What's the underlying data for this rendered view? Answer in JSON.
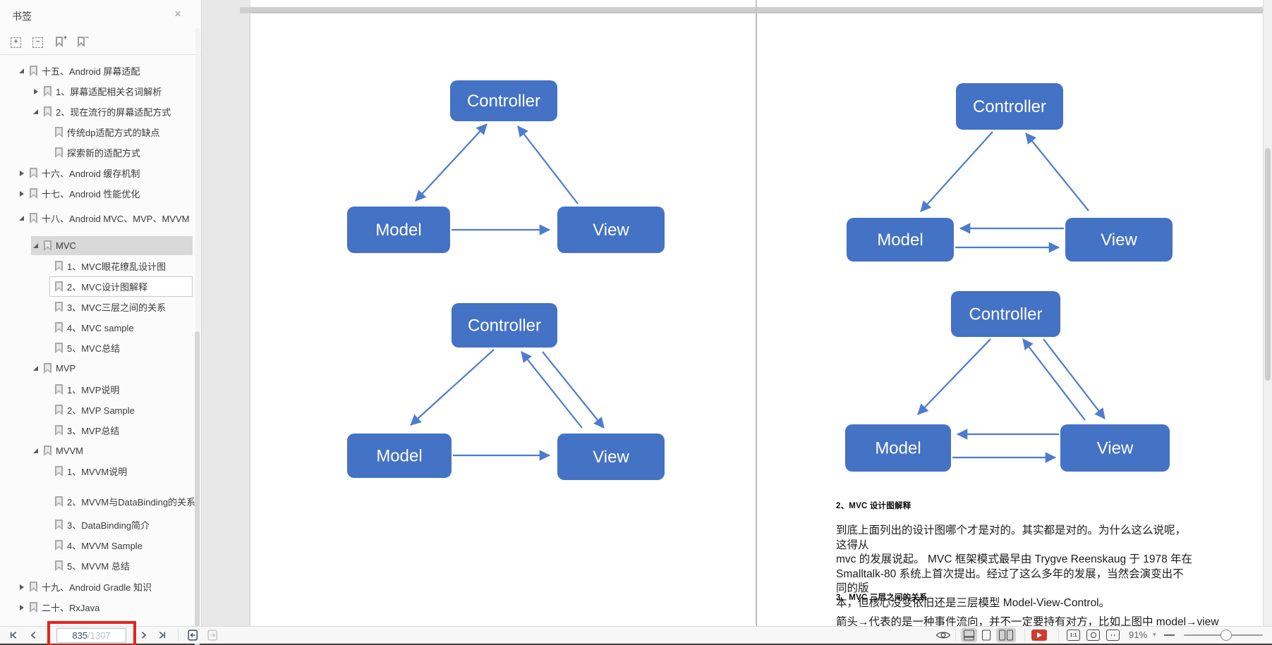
{
  "sidebar": {
    "title": "书签",
    "close_glyph": "×",
    "tools": [
      {
        "name": "expand-all",
        "glyph": "+"
      },
      {
        "name": "collapse-all",
        "glyph": "−"
      },
      {
        "name": "add-bookmark",
        "glyph": "+"
      },
      {
        "name": "remove-bookmark",
        "glyph": "−"
      }
    ],
    "items": [
      {
        "label": "十五、Android 屏幕适配",
        "level": 0,
        "arrow": "expanded"
      },
      {
        "label": "1、屏幕适配相关名词解析",
        "level": 1,
        "arrow": "collapsed"
      },
      {
        "label": "2、现在流行的屏幕适配方式",
        "level": 1,
        "arrow": "expanded"
      },
      {
        "label": "传统dp适配方式的缺点",
        "level": 2,
        "arrow": "none"
      },
      {
        "label": "探索新的适配方式",
        "level": 2,
        "arrow": "none"
      },
      {
        "label": "十六、Android 缓存机制",
        "level": 0,
        "arrow": "collapsed"
      },
      {
        "label": "十七、Android 性能优化",
        "level": 0,
        "arrow": "collapsed"
      },
      {
        "label": "十八、Android MVC、MVP、MVVM",
        "level": 0,
        "arrow": "expanded",
        "gap": 6
      },
      {
        "label": "MVC",
        "level": 1,
        "arrow": "expanded",
        "selected": true,
        "gap": 10
      },
      {
        "label": "1、MVC眼花缭乱设计图",
        "level": 2,
        "arrow": "none"
      },
      {
        "label": "2、MVC设计图解释",
        "level": 2,
        "arrow": "none",
        "focused": true
      },
      {
        "label": "3、MVC三层之间的关系",
        "level": 2,
        "arrow": "none"
      },
      {
        "label": "4、MVC sample",
        "level": 2,
        "arrow": "none"
      },
      {
        "label": "5、MVC总结",
        "level": 2,
        "arrow": "none"
      },
      {
        "label": "MVP",
        "level": 1,
        "arrow": "expanded"
      },
      {
        "label": "1、MVP说明",
        "level": 2,
        "arrow": "none",
        "gap": 1
      },
      {
        "label": "2、MVP Sample",
        "level": 2,
        "arrow": "none"
      },
      {
        "label": "3、MVP总结",
        "level": 2,
        "arrow": "none"
      },
      {
        "label": "MVVM",
        "level": 1,
        "arrow": "expanded"
      },
      {
        "label": "1、MVVM说明",
        "level": 2,
        "arrow": "none"
      },
      {
        "label": "2、MVVM与DataBinding的关系",
        "level": 2,
        "arrow": "none",
        "gap": 14
      },
      {
        "label": "3、DataBinding简介",
        "level": 2,
        "arrow": "none",
        "gap": 4
      },
      {
        "label": "4、MVVM Sample",
        "level": 2,
        "arrow": "none"
      },
      {
        "label": "5、MVVM 总结",
        "level": 2,
        "arrow": "none"
      },
      {
        "label": "十九、Android Gradle 知识",
        "level": 0,
        "arrow": "collapsed",
        "gap": 1
      },
      {
        "label": "二十、RxJava",
        "level": 0,
        "arrow": "collapsed"
      }
    ]
  },
  "document_text": {
    "heading_2": "2、MVC 设计图解释",
    "paragraph_lines": [
      "到底上面列出的设计图哪个才是对的。其实都是对的。为什么这么说呢，这得从",
      "mvc 的发展说起。 MVC 框架模式最早由 Trygve Reenskaug 于 1978 年在",
      "Smalltalk-80 系统上首次提出。经过了这么多年的发展，当然会演变出不同的版",
      "本，但核心没变依旧还是三层模型 Model-View-Control。"
    ],
    "heading_3": "3、MVC 三层之间的关系",
    "clipped_line": "箭头→代表的是一种事件流向，并不一定要持有对方，比如上图中 model→view"
  },
  "diagrams": [
    {
      "id": "left-page-top",
      "nodes": [
        "Controller",
        "Model",
        "View"
      ],
      "edges": [
        {
          "from": "Controller",
          "to": "Model",
          "direction": "both"
        },
        {
          "from": "View",
          "to": "Controller",
          "direction": "end"
        },
        {
          "from": "Model",
          "to": "View",
          "direction": "end"
        }
      ]
    },
    {
      "id": "left-page-bottom",
      "nodes": [
        "Controller",
        "Model",
        "View"
      ],
      "edges": [
        {
          "from": "Controller",
          "to": "Model",
          "direction": "end"
        },
        {
          "from": "View",
          "to": "Controller",
          "direction": "end"
        },
        {
          "from": "Controller",
          "to": "View",
          "direction": "end"
        },
        {
          "from": "Model",
          "to": "View",
          "direction": "end"
        }
      ]
    },
    {
      "id": "right-page-top",
      "nodes": [
        "Controller",
        "Model",
        "View"
      ],
      "edges": [
        {
          "from": "Controller",
          "to": "Model",
          "direction": "end"
        },
        {
          "from": "View",
          "to": "Controller",
          "direction": "end"
        },
        {
          "from": "View",
          "to": "Model",
          "direction": "end"
        },
        {
          "from": "Model",
          "to": "View",
          "direction": "end"
        }
      ]
    },
    {
      "id": "right-page-bottom",
      "nodes": [
        "Controller",
        "Model",
        "View"
      ],
      "edges": [
        {
          "from": "Controller",
          "to": "Model",
          "direction": "end"
        },
        {
          "from": "View",
          "to": "Controller",
          "direction": "end"
        },
        {
          "from": "Controller",
          "to": "View",
          "direction": "end"
        },
        {
          "from": "View",
          "to": "Model",
          "direction": "end"
        },
        {
          "from": "Model",
          "to": "View",
          "direction": "end"
        }
      ]
    }
  ],
  "toolbar": {
    "page_current": "835",
    "page_total": "/1307",
    "zoom_level": "91%",
    "zoom_caret": "▾",
    "fit_width_glyph": "‹ ›",
    "one_to_one_glyph": "1:1"
  },
  "colors": {
    "diagram_box_blue": "#4472c4",
    "diagram_arrow_blue": "#4d7bd0",
    "annotation_red": "#e8231a",
    "play_button_red": "#d33a2e",
    "selection_gray": "#d9d9d9"
  }
}
